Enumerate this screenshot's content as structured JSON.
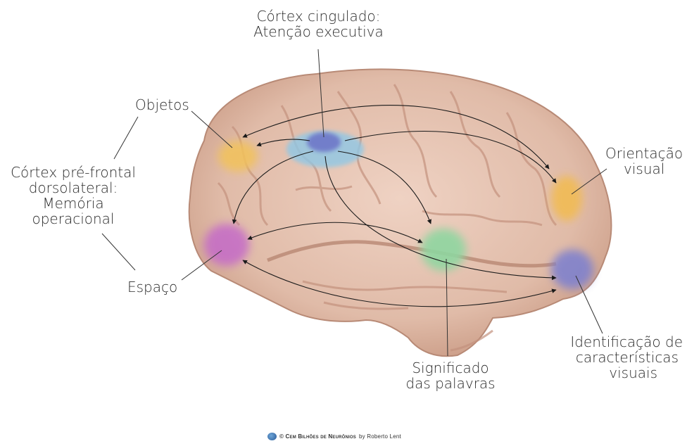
{
  "labels": {
    "cingulate_line1": "Córtex cingulado:",
    "cingulate_line2": "Atenção executiva",
    "objects": "Objetos",
    "prefrontal_line1": "Córtex pré-frontal",
    "prefrontal_line2": "dorsolateral:",
    "prefrontal_line3": "Memória",
    "prefrontal_line4": "operacional",
    "space": "Espaço",
    "orientation_line1": "Orientação",
    "orientation_line2": "visual",
    "meaning_line1": "Significado",
    "meaning_line2": "das palavras",
    "identification_line1": "Identificação de",
    "identification_line2": "características",
    "identification_line3": "visuais"
  },
  "credit": {
    "copyright": "© Cem Bilhões de Neurônios",
    "author": "by Roberto Lent"
  },
  "colors": {
    "brain": "#e2bfae",
    "brain_shadow": "#c79a86",
    "objects_blob": "#f2c25a",
    "cingulate_blob": "#8fc8e6",
    "cingulate_core": "#6a72c8",
    "space_blob": "#c46ac8",
    "orientation_blob": "#f2bb50",
    "meaning_blob": "#8fd6a0",
    "identification_blob": "#7a7fd0"
  }
}
